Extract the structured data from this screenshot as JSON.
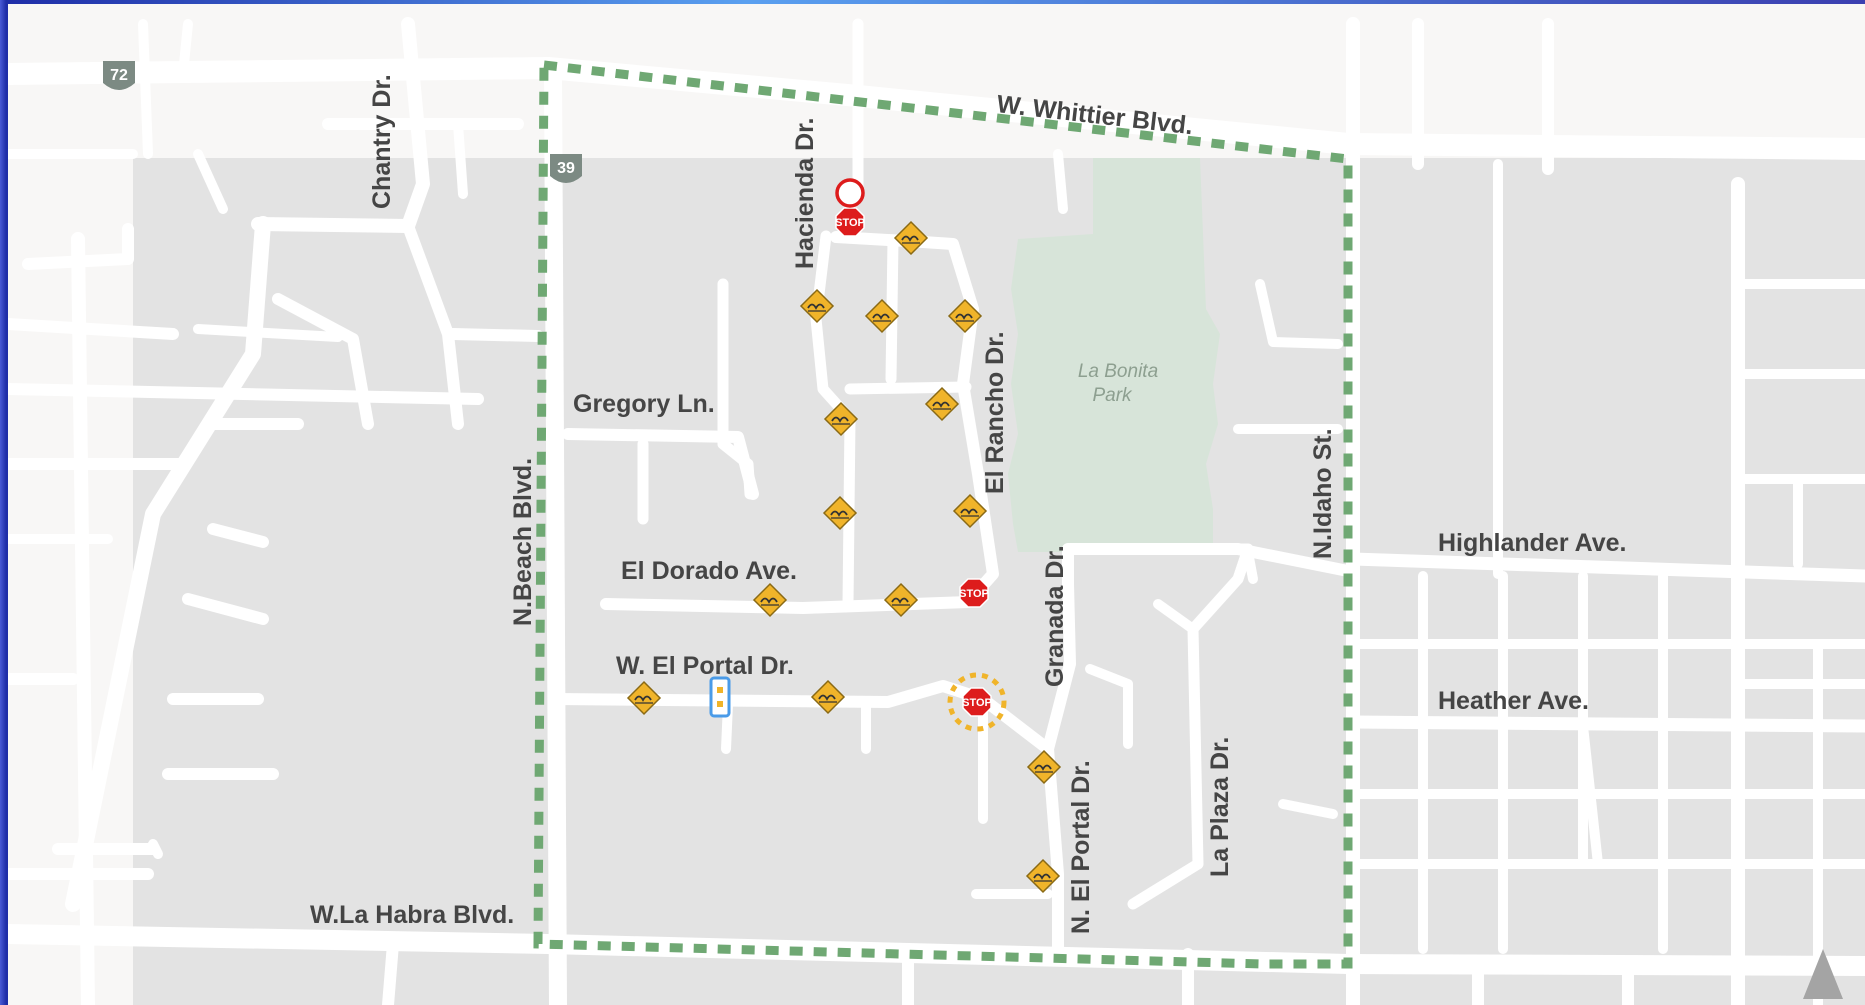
{
  "map": {
    "park": {
      "line1": "La Bonita",
      "line2": "Park"
    },
    "streets": [
      {
        "id": "w-whittier-blvd",
        "label": "W. Whittier Blvd."
      },
      {
        "id": "chantry-dr",
        "label": "Chantry Dr."
      },
      {
        "id": "hacienda-dr",
        "label": "Hacienda Dr."
      },
      {
        "id": "gregory-ln",
        "label": "Gregory Ln."
      },
      {
        "id": "el-rancho-dr",
        "label": "El Rancho Dr."
      },
      {
        "id": "n-beach-blvd",
        "label": "N.Beach Blvd."
      },
      {
        "id": "n-idaho-st",
        "label": "N.Idaho St."
      },
      {
        "id": "highlander-ave",
        "label": "Highlander Ave."
      },
      {
        "id": "el-dorado-ave",
        "label": "El Dorado Ave."
      },
      {
        "id": "granada-dr",
        "label": "Granada Dr."
      },
      {
        "id": "w-el-portal-dr",
        "label": "W. El Portal Dr."
      },
      {
        "id": "heather-ave",
        "label": "Heather Ave."
      },
      {
        "id": "n-el-portal-dr",
        "label": "N. El Portal Dr."
      },
      {
        "id": "la-plaza-dr",
        "label": "La Plaza Dr."
      },
      {
        "id": "w-la-habra-blvd",
        "label": "W.La Habra Blvd."
      }
    ],
    "route_shields": [
      {
        "id": "route-72",
        "label": "72"
      },
      {
        "id": "route-39",
        "label": "39"
      }
    ],
    "stop_sign_text": "STOP",
    "colors": {
      "background": "#f8f7f6",
      "zone": "#e3e3e3",
      "road": "#ffffff",
      "park": "#d7e4d9",
      "boundary": "#6fa873",
      "speed_hump": "#f0b42a",
      "stop_sign": "#dd1c1c",
      "shield": "#7c8a83",
      "proposed_marker": "#4a9be8"
    },
    "icons": {
      "speed_hump": "speed-hump-sign-icon",
      "stop_sign": "stop-sign-icon",
      "proposed_stop": "proposed-stop-icon",
      "crosswalk": "crosswalk-marker-icon",
      "north_arrow": "north-arrow-icon",
      "route_shield": "route-shield-icon"
    }
  }
}
